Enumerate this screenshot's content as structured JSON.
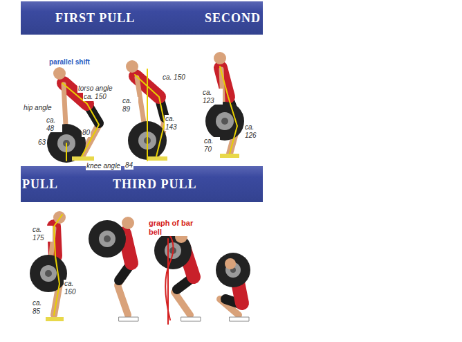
{
  "diagram": {
    "nodes": [
      {
        "text": [
          "FIRST PULL",
          "SECOND"
        ]
      },
      {
        "text": [
          "PULL",
          "THIRD PULL"
        ]
      }
    ],
    "labels": [
      "parallel shift",
      "torso angle",
      "ca. 150",
      "hip angle",
      "ca. 48",
      "80",
      "63",
      "knee angle",
      "ca. 150",
      "ca. 89",
      "ca. 143",
      "84",
      "ca. 123",
      "ca. 126",
      "ca. 70",
      "ca. 175",
      "graph of bar bell",
      "ca. 160",
      "ca. 85"
    ]
  }
}
